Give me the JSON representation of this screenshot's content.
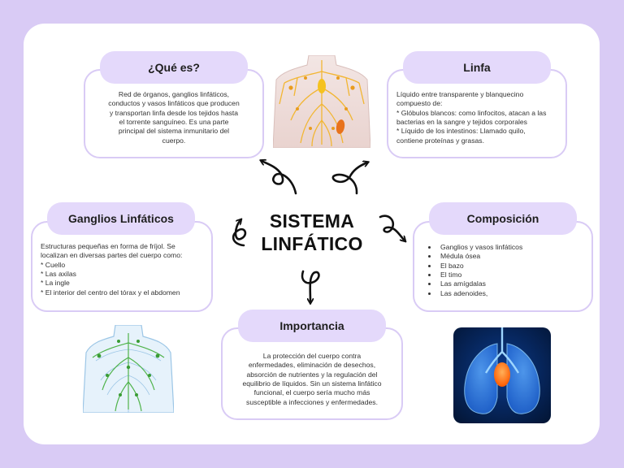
{
  "title": [
    "SISTEMA",
    "LINFÁTICO"
  ],
  "que_es": {
    "heading": "¿Qué es?",
    "lines": [
      "Red de órganos, ganglios linfáticos,",
      "conductos y vasos linfáticos que producen",
      "y transportan linfa desde los tejidos hasta",
      "el torrente sanguíneo. Es una parte",
      "principal del sistema inmunitario del",
      "cuerpo."
    ]
  },
  "linfa": {
    "heading": "Linfa",
    "lines": [
      "Líquido entre transparente y blanquecino",
      "compuesto de:",
      "* Glóbulos blancos: como linfocitos, atacan a las",
      "bacterias en la sangre y tejidos corporales",
      "* Líquido de los intestinos: Llamado quilo,",
      "contiene proteínas y grasas."
    ]
  },
  "ganglios": {
    "heading": "Ganglios Linfáticos",
    "lines": [
      "Estructuras pequeñas en forma de fríjol. Se",
      "localizan en diversas partes del cuerpo como:",
      "* Cuello",
      "* Las axilas",
      "* La ingle",
      "* El interior del centro del tórax y el abdomen"
    ]
  },
  "composicion": {
    "heading": "Composición",
    "items": [
      "Ganglios y vasos linfáticos",
      "Médula ósea",
      "El bazo",
      "El timo",
      "Las amígdalas",
      "Las adenoides,"
    ]
  },
  "importancia": {
    "heading": "Importancia",
    "lines": [
      "La protección del cuerpo contra",
      "enfermedades, eliminación de desechos,",
      "absorción de nutrientes y la regulación del",
      "equilibrio de líquidos. Sin un sistema linfático",
      "funcional, el cuerpo sería mucho más",
      "susceptible a infecciones y enfermedades."
    ]
  },
  "colors": {
    "background": "#d9cbf5",
    "pill": "#e4d9fb",
    "lymph_yellow": "#f2b632",
    "lymph_green": "#4fb34a",
    "thymus_orange": "#ff7a1a",
    "lungs_blue": "#1d63d8"
  }
}
